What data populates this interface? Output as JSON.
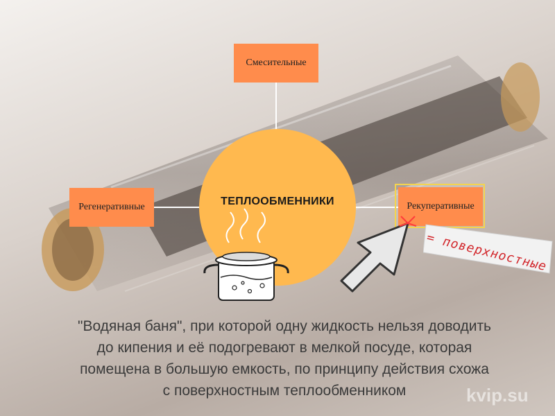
{
  "diagram": {
    "center_label": "ТЕПЛООБМЕННИКИ",
    "top_label": "Смесительные",
    "left_label": "Регенеративные",
    "right_label": "Рекуперативные"
  },
  "annotation": {
    "handwritten_note": "= поверхностные"
  },
  "caption": "\"Водяная баня\", при которой одну жидкость нельзя доводить до кипения и её подогревают в мелкой посуде, которая помещена в большую емкость, по принципу действия схожа с поверхностным теплообменником",
  "watermark": "kvip.su",
  "colors": {
    "box_fill": "#ff8c4c",
    "circle_fill": "#ffb94f",
    "highlight_frame": "#f4d44e",
    "note_red": "#d2262b"
  }
}
